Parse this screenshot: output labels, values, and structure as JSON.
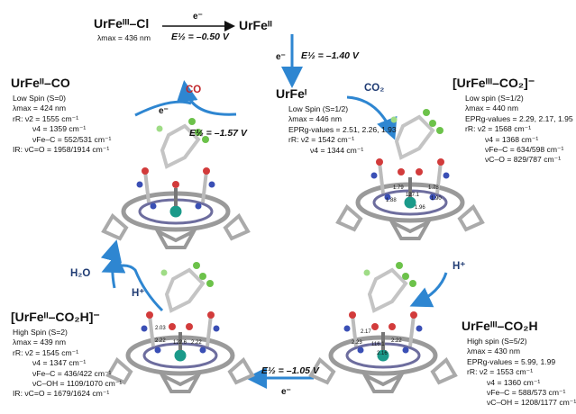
{
  "colors": {
    "arrow": "#2e86d1",
    "red": "#c0262a",
    "navy": "#1f3b73"
  },
  "top": {
    "left_species": "UrFeᴵᴵᴵ–Cl",
    "left_lmax": "λmax = 436 nm",
    "right_species": "UrFeᴵᴵ",
    "electron": "e⁻",
    "e_half": "E½ = –0.50 V"
  },
  "down": {
    "electron": "e⁻",
    "e_half": "E½ = –1.40 V"
  },
  "center": {
    "species": "UrFeᴵ",
    "lines": [
      "Low Spin (S=1/2)",
      "λmax = 446 nm",
      "EPRg-values = 2.51, 2.26, 1.93",
      "rR: ν2 = 1542 cm⁻¹",
      "ν4 = 1344 cm⁻¹"
    ]
  },
  "co_complex": {
    "species": "UrFeᴵᴵ–CO",
    "lines": [
      "Low Spin (S=0)",
      "λmax = 424 nm",
      "rR: ν2 = 1555 cm⁻¹",
      "ν4 = 1359 cm⁻¹",
      "νFe–C = 552/531 cm⁻¹",
      "IR: νC=O = 1958/1914 cm⁻¹"
    ]
  },
  "co2_complex": {
    "species": "[UrFeᴵᴵᴵ–CO₂]⁻",
    "lines": [
      "Low spin (S=1/2)",
      "λmax = 440 nm",
      "EPRg-values = 2.29, 2.17, 1.95",
      "rR: ν2 = 1568 cm⁻¹",
      "ν4 = 1368 cm⁻¹",
      "νFe–C = 634/598 cm⁻¹",
      "νC–O = 829/787 cm⁻¹"
    ]
  },
  "co2h_fe3": {
    "species": "UrFeᴵᴵᴵ–CO₂H",
    "lines": [
      "High spin (S=5/2)",
      "λmax = 430 nm",
      "EPRg-values = 5.99, 1.99",
      "rR: ν2 = 1553 cm⁻¹",
      "ν4 = 1360 cm⁻¹",
      "νFe–C = 588/573 cm⁻¹",
      "νC–OH = 1208/1177 cm⁻¹"
    ]
  },
  "co2h_fe2": {
    "species": "[UrFeᴵᴵ–CO₂H]⁻",
    "lines": [
      "High Spin (S=2)",
      "λmax = 439 nm",
      "rR: ν2 = 1545 cm⁻¹",
      "ν4 = 1347 cm⁻¹",
      "νFe–C = 436/422 cm⁻¹",
      "νC–OH = 1109/1070 cm⁻¹",
      "IR: νC=O = 1679/1624 cm⁻¹"
    ]
  },
  "cycle": {
    "co_out": "CO",
    "co2_in": "CO₂",
    "left_e": "e⁻",
    "left_e_half": "E½ = –1.57 V",
    "h_plus_right": "H⁺",
    "bottom_e_half": "E½ = –1.05 V",
    "bottom_e": "e⁻",
    "h_plus_left": "H⁺",
    "h2o": "H₂O"
  },
  "distances": {
    "co2": [
      "1.79",
      "1.78",
      "127.1",
      "1.88",
      "1.90",
      "1.96"
    ],
    "co2h_fe3": [
      "2.17",
      "2.23",
      "116.1",
      "2.22",
      "2.16"
    ],
    "co2h_fe2": [
      "2.03",
      "2.22",
      "122.6",
      "2.22"
    ]
  }
}
